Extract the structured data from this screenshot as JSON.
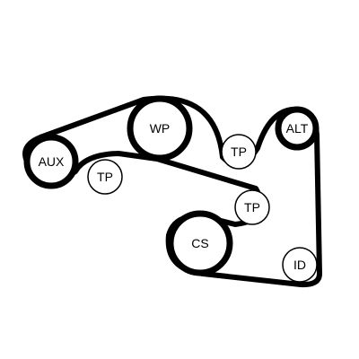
{
  "diagram": {
    "pulleys": {
      "aux": "AUX",
      "tp_lower_left": "TP",
      "wp": "WP",
      "tp_middle": "TP",
      "alt": "ALT",
      "tp_right": "TP",
      "cs": "CS",
      "id": "ID"
    }
  }
}
